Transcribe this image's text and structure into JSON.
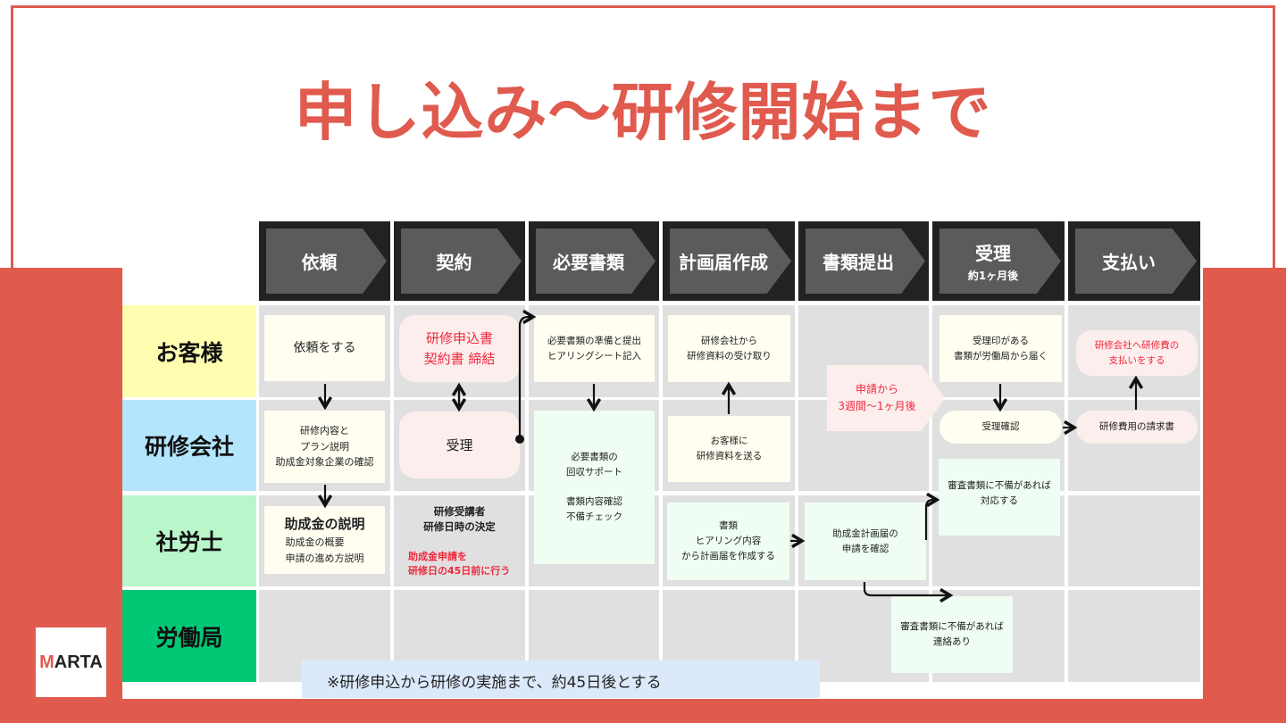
{
  "title": "申し込み〜研修開始まで",
  "phases": [
    {
      "label": "依頼"
    },
    {
      "label": "契約"
    },
    {
      "label": "必要書類"
    },
    {
      "label": "計画届作成"
    },
    {
      "label": "書類提出"
    },
    {
      "label": "受理",
      "sub": "約1ヶ月後"
    },
    {
      "label": "支払い"
    }
  ],
  "lanes": [
    "お客様",
    "研修会社",
    "社労士",
    "労働局"
  ],
  "boxes": {
    "irai": "依頼をする",
    "keiyaku": "研修申込書\n契約書 締結",
    "junbi": "必要書類の準備と提出\nヒアリングシート記入",
    "uketori": "研修会社から\n研修資料の受け取り",
    "juri_in": "受理印がある\n書類が労働局から届く",
    "shiharai": "研修会社へ研修費の\n支払いをする",
    "shinsei_kara": "申請から\n3週間〜1ヶ月後",
    "plan": "研修内容と\nプラン説明\n助成金対象企業の確認",
    "juri": "受理",
    "kaishu": "必要書類の\n回収サポート\n\n書類内容確認\n不備チェック",
    "okuru": "お客様に\n研修資料を送る",
    "juri_kakunin": "受理確認",
    "seikyu": "研修費用の請求書",
    "taio": "審査書類に不備があれば\n対応する",
    "josei_title": "助成金の説明",
    "josei_sub": "助成金の概要\n申請の進め方説明",
    "kettei": "研修受講者\n研修日時の決定",
    "josei_shinsei": "助成金申請を\n研修日の45日前に行う",
    "sakusei": "書類\nヒアリング内容\nから計画届を作成する",
    "kakunin": "助成金計画届の\n申請を確認",
    "renraku": "審査書類に不備があれば\n連絡あり"
  },
  "note": "※研修申込から研修の実施まで、約45日後とする",
  "logo": "MARTA",
  "colors": {
    "accent": "#e05a4e",
    "red_text": "#f0283c",
    "lane_customer": "#fffdb0",
    "lane_company": "#b3e5fc",
    "lane_sharoushi": "#b9f6ca",
    "lane_roudoukyoku": "#00c875"
  }
}
